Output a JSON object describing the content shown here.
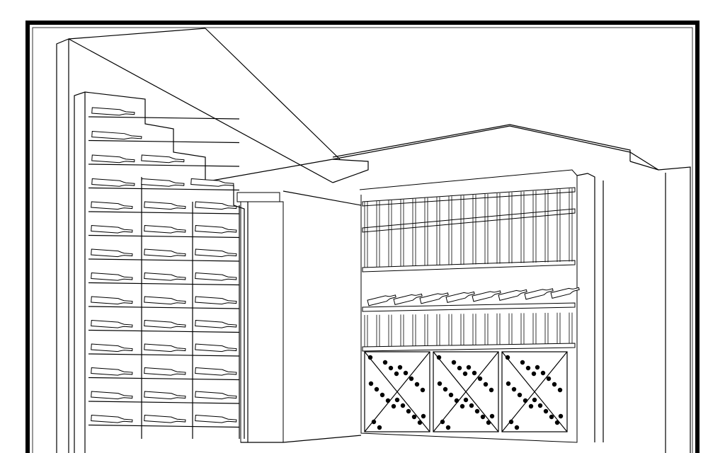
{
  "drawing": {
    "stroke_color": "#000000",
    "background_color": "#ffffff",
    "left_rack_rows": 14,
    "left_rack_columns": 3,
    "right_rack_diamond_bins": 3
  }
}
